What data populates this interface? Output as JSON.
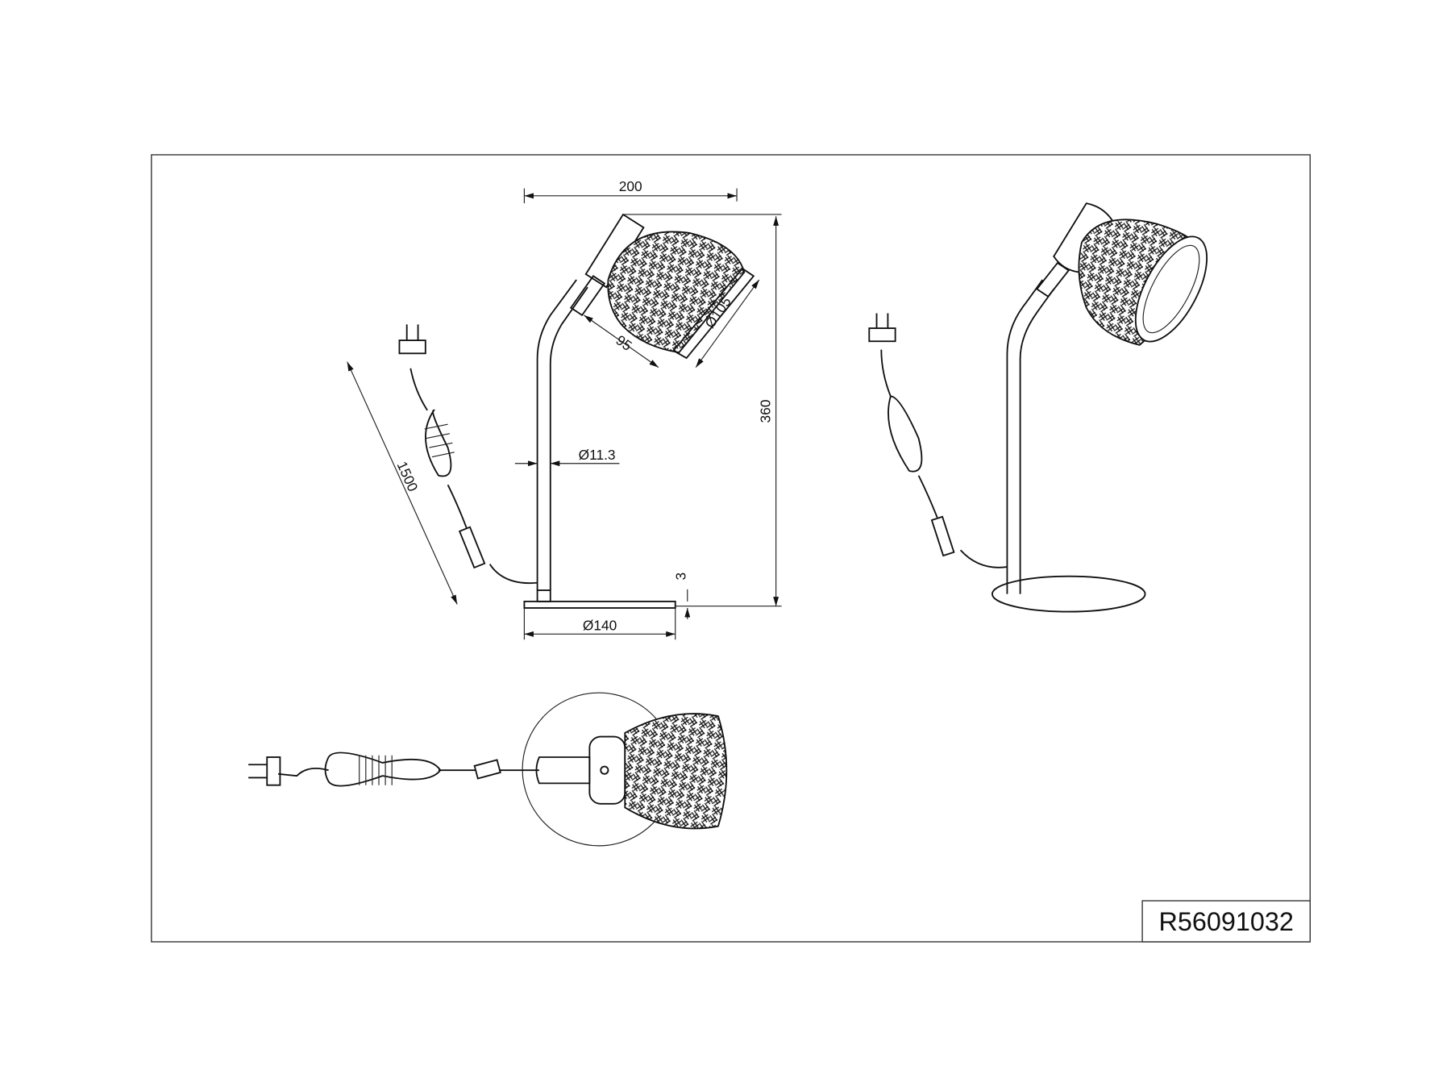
{
  "drawing": {
    "product_code": "R56091032",
    "dimensions": {
      "width": "200",
      "height": "360",
      "shade_depth": "95",
      "shade_diameter": "Ø105",
      "stem_diameter": "Ø11.3",
      "cable_length": "1500",
      "base_thickness": "3",
      "base_diameter": "Ø140"
    },
    "views": [
      "front-view",
      "perspective-view",
      "top-view"
    ]
  }
}
